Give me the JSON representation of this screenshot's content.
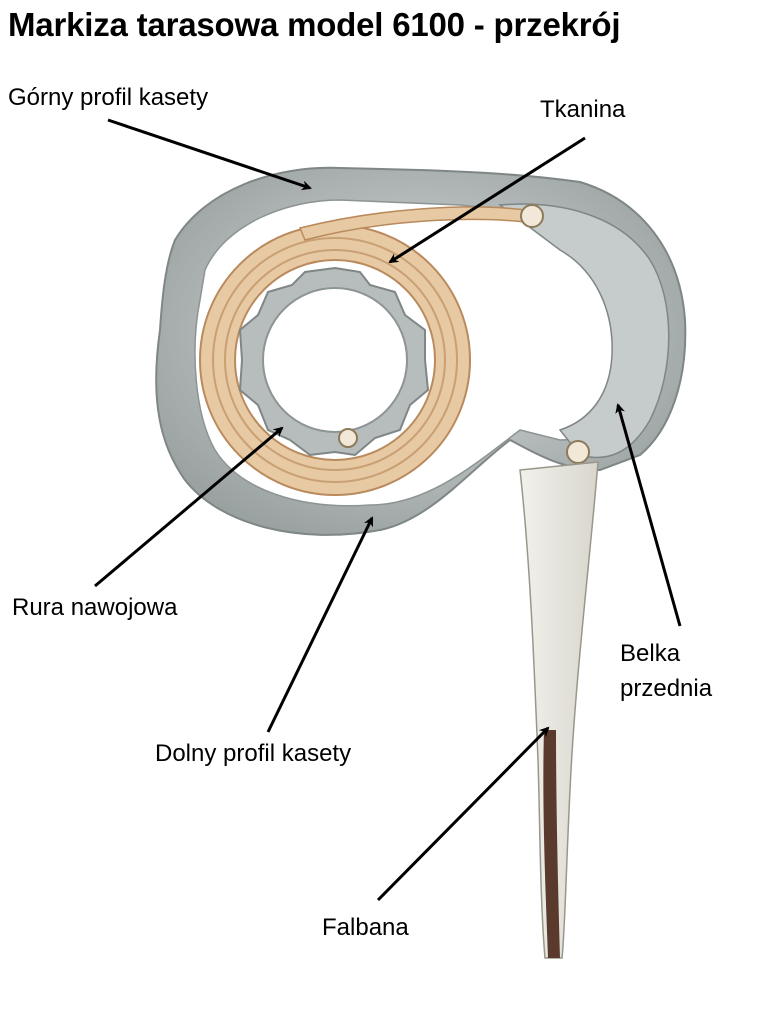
{
  "title": "Markiza tarasowa model 6100 - przekrój",
  "labels": {
    "gorny_profil": "Górny profil kasety",
    "tkanina": "Tkanina",
    "rura": "Rura nawojowa",
    "belka_line1": "Belka",
    "belka_line2": "przednia",
    "dolny_profil": "Dolny profil kasety",
    "falbana": "Falbana"
  },
  "colors": {
    "aluminium": "#b9bfc0",
    "aluminium_light": "#d8dcdc",
    "aluminium_dark": "#8d9494",
    "fabric": "#e7c9a3",
    "fabric_dark": "#b98a5c",
    "valance": "#e9e7df",
    "valance_edge": "#5a3a2c",
    "arrow": "#000000"
  }
}
